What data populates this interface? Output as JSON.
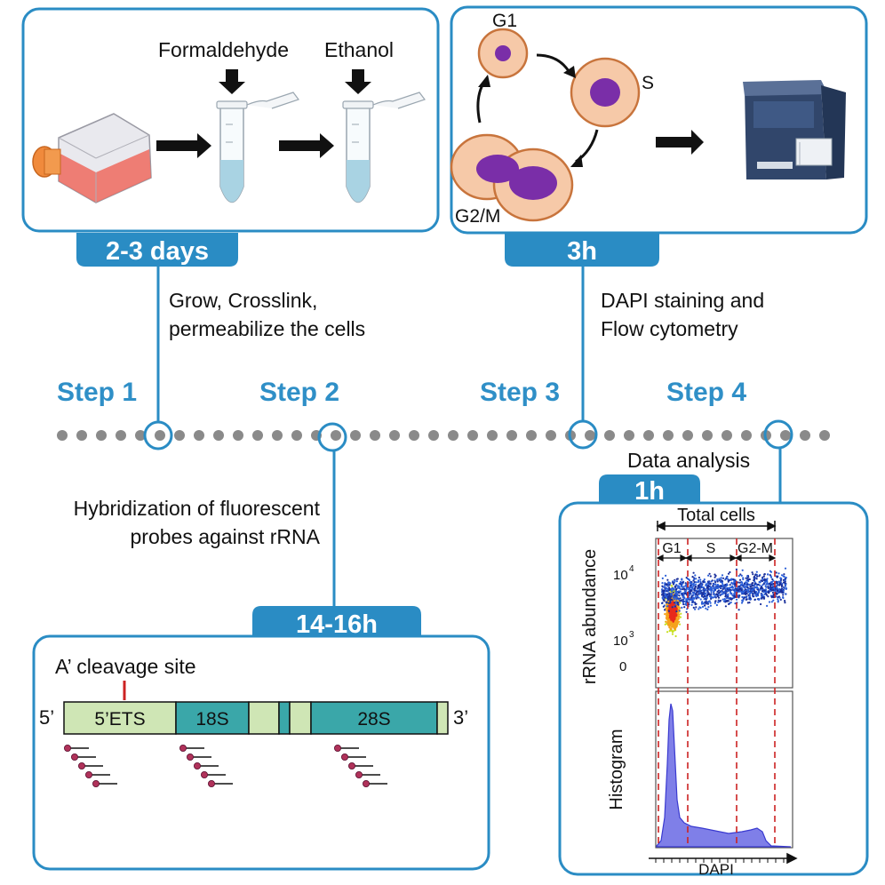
{
  "steps": {
    "step1": "Step 1",
    "step2": "Step 2",
    "step3": "Step 3",
    "step4": "Step 4"
  },
  "panel1": {
    "duration": "2-3 days",
    "reagent1": "Formaldehyde",
    "reagent2": "Ethanol",
    "caption_line1": "Grow, Crosslink,",
    "caption_line2": "permeabilize the cells"
  },
  "panel3": {
    "duration": "3h",
    "phase_g1": "G1",
    "phase_s": "S",
    "phase_g2m": "G2/M",
    "caption_line1": "DAPI staining and",
    "caption_line2": "Flow cytometry"
  },
  "panel2": {
    "duration": "14-16h",
    "caption_line1": "Hybridization of fluorescent",
    "caption_line2": "probes against rRNA",
    "cleavage_label": "A’ cleavage site",
    "five_prime": "5’",
    "three_prime": "3’",
    "seg_5ets": "5’ETS",
    "seg_18s": "18S",
    "seg_28s": "28S"
  },
  "panel4": {
    "duration": "1h",
    "caption": "Data analysis",
    "total_cells": "Total cells",
    "gate_g1": "G1",
    "gate_s": "S",
    "gate_g2m": "G2-M",
    "y_label_top": "rRNA abundance",
    "y_label_bottom": "Histogram",
    "x_label": "DAPI",
    "tick_1e4": "10",
    "tick_1e4_exp": "4",
    "tick_1e3": "10",
    "tick_1e3_exp": "3",
    "tick_0": "0"
  },
  "colors": {
    "accent": "#2f8fc7",
    "panel_border": "#2a8cc4",
    "gate_line": "#cc2222",
    "histogram_fill": "#7f7fe8",
    "cell_fill": "#f6c9a8",
    "cell_border": "#c8743c",
    "nucleus": "#7a2ea8",
    "probe": "#b0325a",
    "seg_light": "#cfe6b5",
    "seg_teal": "#3aa7a9"
  }
}
